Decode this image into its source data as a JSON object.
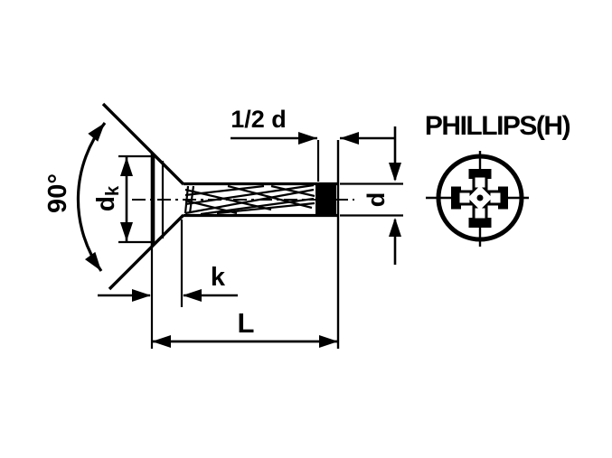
{
  "drawing": {
    "background_color": "#ffffff",
    "line_color": "#000000",
    "view_label": "PHILLIPS(H)",
    "dims": {
      "cone_angle": "90°",
      "head_dia_main": "d",
      "head_dia_sub": "k",
      "tip_length": "1/2 d",
      "head_height": "k",
      "total_length": "L",
      "shank_diameter": "d"
    }
  }
}
